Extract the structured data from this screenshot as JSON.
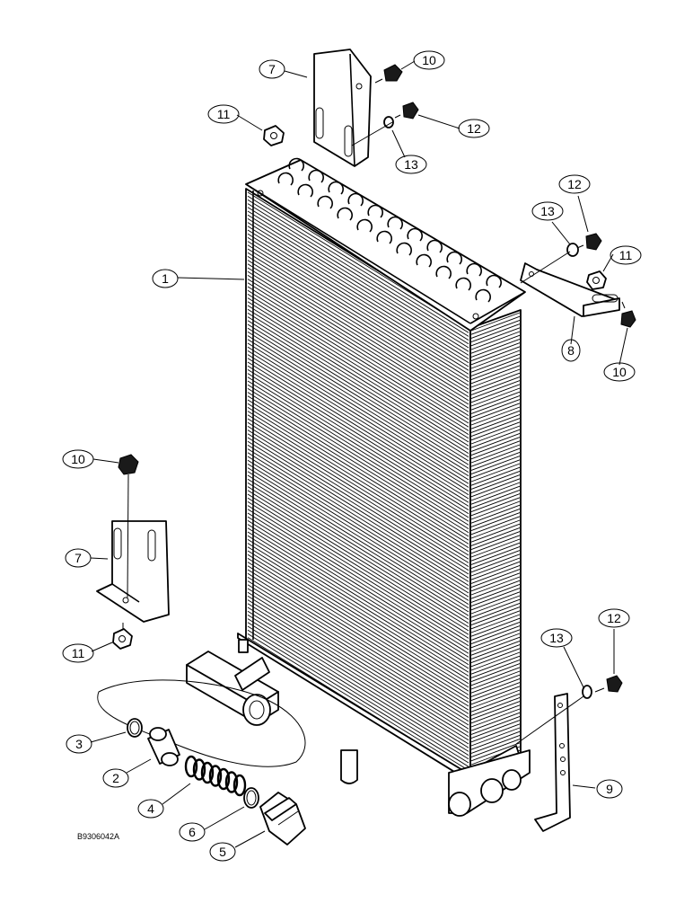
{
  "diagram": {
    "figure_code": "B9306042A",
    "callouts": [
      {
        "id": "c-1",
        "label": "1"
      },
      {
        "id": "c-2",
        "label": "2"
      },
      {
        "id": "c-3",
        "label": "3"
      },
      {
        "id": "c-4",
        "label": "4"
      },
      {
        "id": "c-5",
        "label": "5"
      },
      {
        "id": "c-6",
        "label": "6"
      },
      {
        "id": "c-7a",
        "label": "7"
      },
      {
        "id": "c-7b",
        "label": "7"
      },
      {
        "id": "c-8",
        "label": "8"
      },
      {
        "id": "c-9",
        "label": "9"
      },
      {
        "id": "c-10a",
        "label": "10"
      },
      {
        "id": "c-10b",
        "label": "10"
      },
      {
        "id": "c-10c",
        "label": "10"
      },
      {
        "id": "c-11a",
        "label": "11"
      },
      {
        "id": "c-11b",
        "label": "11"
      },
      {
        "id": "c-11c",
        "label": "11"
      },
      {
        "id": "c-12a",
        "label": "12"
      },
      {
        "id": "c-12b",
        "label": "12"
      },
      {
        "id": "c-12c",
        "label": "12"
      },
      {
        "id": "c-13a",
        "label": "13"
      },
      {
        "id": "c-13b",
        "label": "13"
      },
      {
        "id": "c-13c",
        "label": "13"
      }
    ]
  }
}
